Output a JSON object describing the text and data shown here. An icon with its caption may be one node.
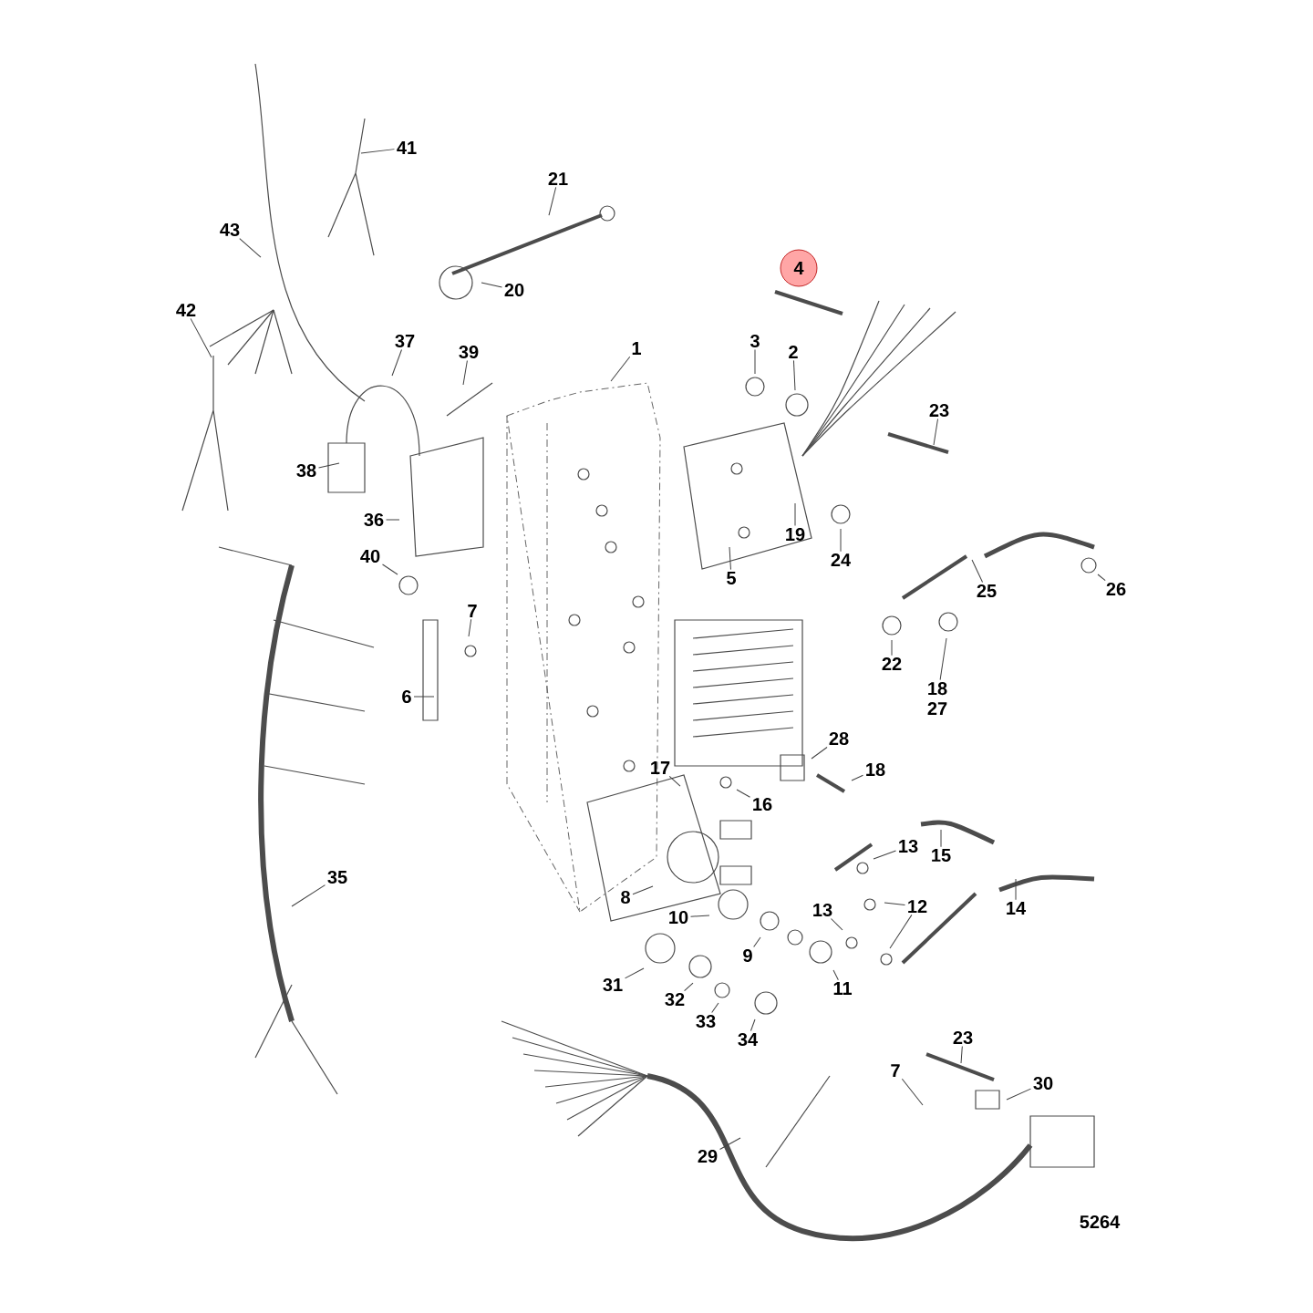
{
  "diagram": {
    "nodes": [
      {
        "text": [
          "41"
        ]
      },
      {
        "text": [
          "21"
        ]
      },
      {
        "text": [
          "43"
        ]
      },
      {
        "text": [
          "20"
        ]
      },
      {
        "text": [
          "4"
        ]
      },
      {
        "text": [
          "42"
        ]
      },
      {
        "text": [
          "37"
        ]
      },
      {
        "text": [
          "39"
        ]
      },
      {
        "text": [
          "1"
        ]
      },
      {
        "text": [
          "3"
        ]
      },
      {
        "text": [
          "2"
        ]
      },
      {
        "text": [
          "23"
        ]
      },
      {
        "text": [
          "38"
        ]
      },
      {
        "text": [
          "36"
        ]
      },
      {
        "text": [
          "19"
        ]
      },
      {
        "text": [
          "24"
        ]
      },
      {
        "text": [
          "40"
        ]
      },
      {
        "text": [
          "5"
        ]
      },
      {
        "text": [
          "25"
        ]
      },
      {
        "text": [
          "26"
        ]
      },
      {
        "text": [
          "7"
        ]
      },
      {
        "text": [
          "6"
        ]
      },
      {
        "text": [
          "22"
        ]
      },
      {
        "text": [
          "18",
          "27"
        ]
      },
      {
        "text": [
          "28"
        ]
      },
      {
        "text": [
          "17"
        ]
      },
      {
        "text": [
          "18"
        ]
      },
      {
        "text": [
          "16"
        ]
      },
      {
        "text": [
          "35"
        ]
      },
      {
        "text": [
          "15"
        ]
      },
      {
        "text": [
          "13"
        ]
      },
      {
        "text": [
          "12"
        ]
      },
      {
        "text": [
          "13"
        ]
      },
      {
        "text": [
          "14"
        ]
      },
      {
        "text": [
          "8"
        ]
      },
      {
        "text": [
          "10"
        ]
      },
      {
        "text": [
          "9"
        ]
      },
      {
        "text": [
          "31"
        ]
      },
      {
        "text": [
          "11"
        ]
      },
      {
        "text": [
          "32"
        ]
      },
      {
        "text": [
          "33"
        ]
      },
      {
        "text": [
          "34"
        ]
      },
      {
        "text": [
          "23"
        ]
      },
      {
        "text": [
          "7"
        ]
      },
      {
        "text": [
          "30"
        ]
      },
      {
        "text": [
          "29"
        ]
      }
    ],
    "edges": [
      {
        "from": 0,
        "to": null,
        "arrow": "none"
      },
      {
        "from": 1,
        "to": null,
        "arrow": "none"
      },
      {
        "from": 2,
        "to": null,
        "arrow": "none"
      },
      {
        "from": 3,
        "to": null,
        "arrow": "none"
      },
      {
        "from": 5,
        "to": null,
        "arrow": "none"
      },
      {
        "from": 6,
        "to": null,
        "arrow": "none"
      },
      {
        "from": 7,
        "to": null,
        "arrow": "none"
      },
      {
        "from": 8,
        "to": null,
        "arrow": "none"
      },
      {
        "from": 9,
        "to": null,
        "arrow": "none"
      },
      {
        "from": 10,
        "to": null,
        "arrow": "none"
      },
      {
        "from": 11,
        "to": null,
        "arrow": "none"
      },
      {
        "from": 12,
        "to": null,
        "arrow": "none"
      },
      {
        "from": 13,
        "to": null,
        "arrow": "none"
      },
      {
        "from": 14,
        "to": null,
        "arrow": "none"
      },
      {
        "from": 15,
        "to": null,
        "arrow": "none"
      },
      {
        "from": 16,
        "to": null,
        "arrow": "none"
      },
      {
        "from": 17,
        "to": null,
        "arrow": "none"
      },
      {
        "from": 18,
        "to": null,
        "arrow": "none"
      },
      {
        "from": 19,
        "to": null,
        "arrow": "none"
      },
      {
        "from": 20,
        "to": null,
        "arrow": "none"
      },
      {
        "from": 21,
        "to": null,
        "arrow": "none"
      },
      {
        "from": 22,
        "to": null,
        "arrow": "none"
      },
      {
        "from": 23,
        "to": null,
        "arrow": "none"
      },
      {
        "from": 24,
        "to": null,
        "arrow": "none"
      },
      {
        "from": 25,
        "to": null,
        "arrow": "none"
      },
      {
        "from": 26,
        "to": null,
        "arrow": "none"
      },
      {
        "from": 27,
        "to": null,
        "arrow": "none"
      },
      {
        "from": 28,
        "to": null,
        "arrow": "none"
      },
      {
        "from": 29,
        "to": null,
        "arrow": "none"
      },
      {
        "from": 30,
        "to": null,
        "arrow": "none"
      },
      {
        "from": 31,
        "to": null,
        "arrow": "none"
      },
      {
        "from": 31,
        "to": null,
        "arrow": "none"
      },
      {
        "from": 32,
        "to": null,
        "arrow": "none"
      },
      {
        "from": 33,
        "to": null,
        "arrow": "none"
      },
      {
        "from": 34,
        "to": null,
        "arrow": "none"
      },
      {
        "from": 35,
        "to": null,
        "arrow": "none"
      },
      {
        "from": 36,
        "to": null,
        "arrow": "none"
      },
      {
        "from": 37,
        "to": null,
        "arrow": "none"
      },
      {
        "from": 38,
        "to": null,
        "arrow": "none"
      },
      {
        "from": 39,
        "to": null,
        "arrow": "none"
      },
      {
        "from": 40,
        "to": null,
        "arrow": "none"
      },
      {
        "from": 41,
        "to": null,
        "arrow": "none"
      },
      {
        "from": 42,
        "to": null,
        "arrow": "none"
      },
      {
        "from": 43,
        "to": null,
        "arrow": "none"
      },
      {
        "from": 44,
        "to": null,
        "arrow": "none"
      },
      {
        "from": 45,
        "to": null,
        "arrow": "none"
      }
    ],
    "labels": [
      "5264"
    ]
  }
}
